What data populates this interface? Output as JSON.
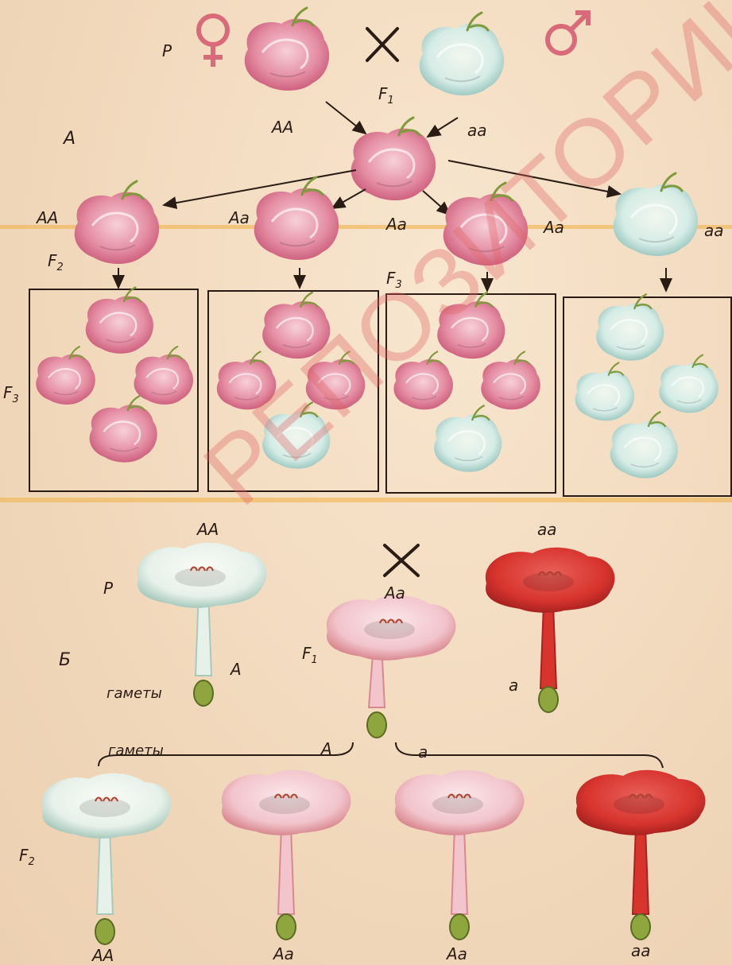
{
  "part_a": {
    "part_label": "А",
    "p_label": "P",
    "female_symbol": "♀",
    "male_symbol": "♂",
    "cross_symbol": "×",
    "f1_label": "F",
    "f1_sub": "1",
    "parent_left": "AA",
    "parent_right": "aa",
    "f2_label": "F",
    "f2_sub": "2",
    "f2_genotypes": [
      "AA",
      "Aa",
      "Aa",
      "Aa",
      "aa"
    ],
    "f3_label": "F",
    "f3_sub": "3",
    "f3_box_label": "F",
    "f3_box_sub": "3"
  },
  "part_b": {
    "part_label": "Б",
    "p_label": "P",
    "cross_symbol": "×",
    "parent_left": "AA",
    "parent_right": "aa",
    "f1_genotype": "Aa",
    "f1_label": "F",
    "f1_sub": "1",
    "gametes_label": "гаметы",
    "gamete_left": "A",
    "gamete_right": "a",
    "gametes_label_2": "гаметы",
    "bracket_left": "A",
    "bracket_right": "a",
    "f2_label": "F",
    "f2_sub": "2",
    "f2_genotypes": [
      "AA",
      "Aa",
      "Aa",
      "aa"
    ]
  },
  "watermark": "РЕПОЗИТОРИЙ БГПУ",
  "colors": {
    "pink": "#e58fa4",
    "pink_dark": "#c85676",
    "blue_white": "#d6ece6",
    "blue_edge": "#8fbfb8",
    "red": "#d8342e",
    "red_dark": "#a82220",
    "stem_green": "#7f9a3a"
  }
}
